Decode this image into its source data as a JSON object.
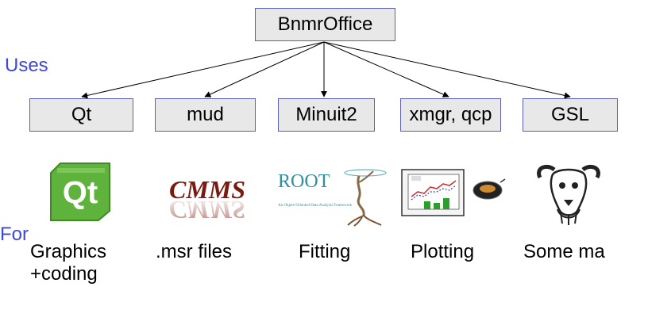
{
  "diagram": {
    "root": "BnmrOffice",
    "uses_label": "Uses",
    "for_label": "For",
    "children": [
      {
        "name": "Qt",
        "purpose_line1": "Graphics",
        "purpose_line2": "+coding",
        "logo": "qt-logo"
      },
      {
        "name": "mud",
        "purpose_line1": ".msr files",
        "logo": "cmms-logo"
      },
      {
        "name": "Minuit2",
        "purpose_line1": "Fitting",
        "logo": "root-logo"
      },
      {
        "name": "xmgr, qcp",
        "purpose_line1": "Plotting",
        "logo": "plot-logo"
      },
      {
        "name": "GSL",
        "purpose_line1": "Some ma",
        "logo": "gnu-logo"
      }
    ],
    "root_logo_text": "ROOT",
    "root_logo_subtitle": "An Object-Oriented Data Analysis Framework",
    "cmms_text": "CMMS",
    "qt_text": "Qt"
  },
  "colors": {
    "box_fill": "#e8e8e8",
    "box_border": "#5b5fb8",
    "label_blue": "#3f47d6",
    "qt_green": "#5fb23c",
    "cmms_red": "#7a1a10"
  }
}
